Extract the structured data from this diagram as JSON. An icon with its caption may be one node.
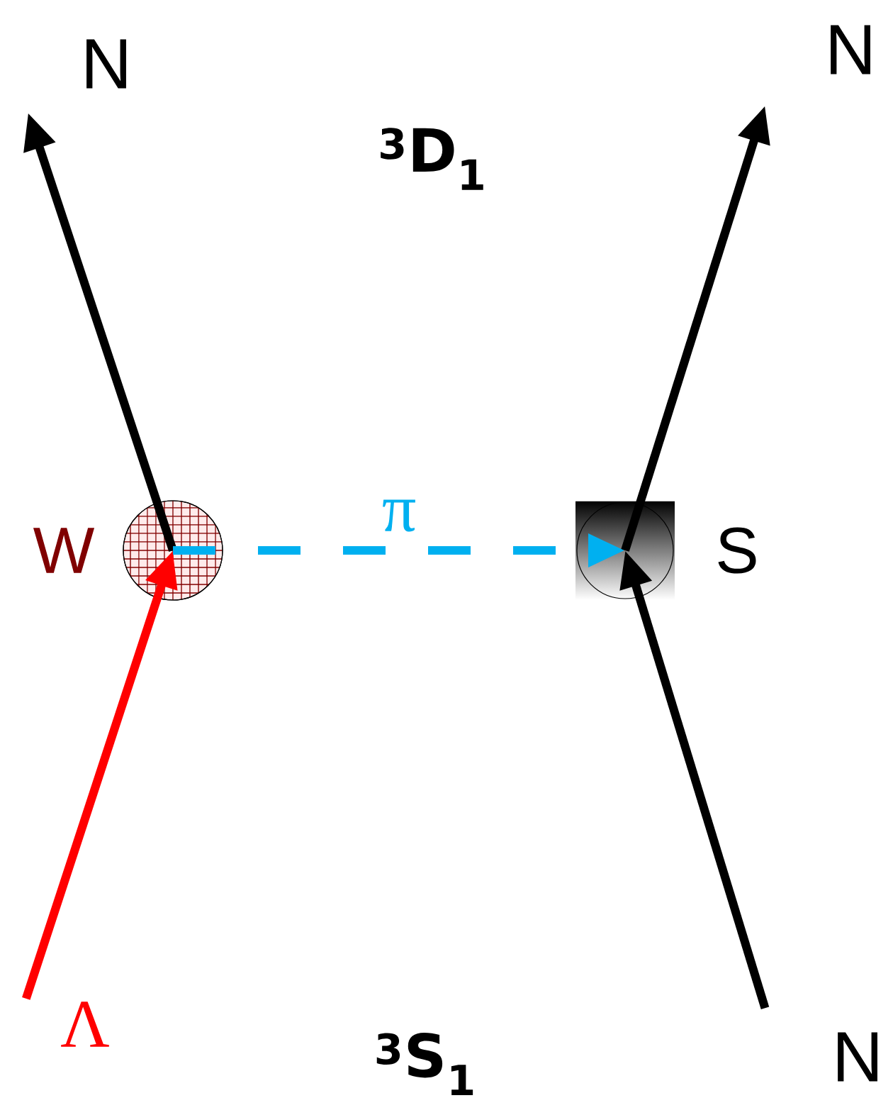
{
  "diagram": {
    "nodes": [
      {
        "text": [],
        "shape": "circle",
        "beside": [
          "W"
        ]
      },
      {
        "text": [],
        "shape": "circle",
        "beside": [
          "S"
        ]
      },
      {
        "text": [
          "N"
        ]
      },
      {
        "text": [
          "N"
        ]
      },
      {
        "text": [
          "Λ"
        ]
      },
      {
        "text": [
          "N"
        ]
      }
    ],
    "edges": [
      {
        "from": 0,
        "to": 2,
        "arrow": "to"
      },
      {
        "from": 1,
        "to": 3,
        "arrow": "to"
      },
      {
        "from": 4,
        "to": 0,
        "arrow": "to",
        "color": "#ff0000"
      },
      {
        "from": 5,
        "to": 1,
        "arrow": "to"
      },
      {
        "from": 0,
        "to": 1,
        "arrow": "to",
        "style": "dashed",
        "color": "#00b0f0",
        "label": "π"
      }
    ],
    "labels": [
      "$^{3}$D$_{1}$",
      "$^{3}$S$_{1}$"
    ]
  }
}
